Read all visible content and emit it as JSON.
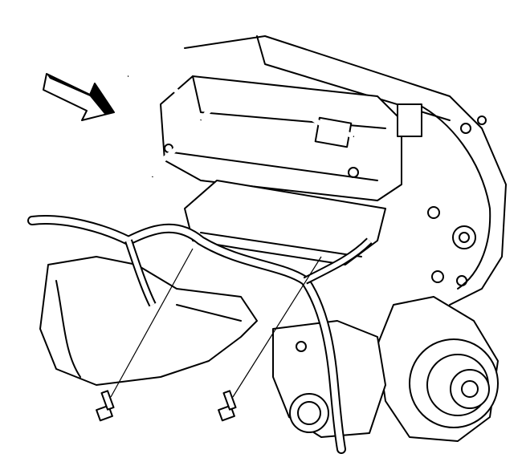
{
  "diagram": {
    "colors": {
      "line": "#000000",
      "background": "#ffffff"
    },
    "components": [
      "direction-arrow",
      "engine-block",
      "valve-cover",
      "wiring-harness",
      "harness-bolts",
      "exhaust-manifold",
      "alternator",
      "timing-cover"
    ]
  }
}
